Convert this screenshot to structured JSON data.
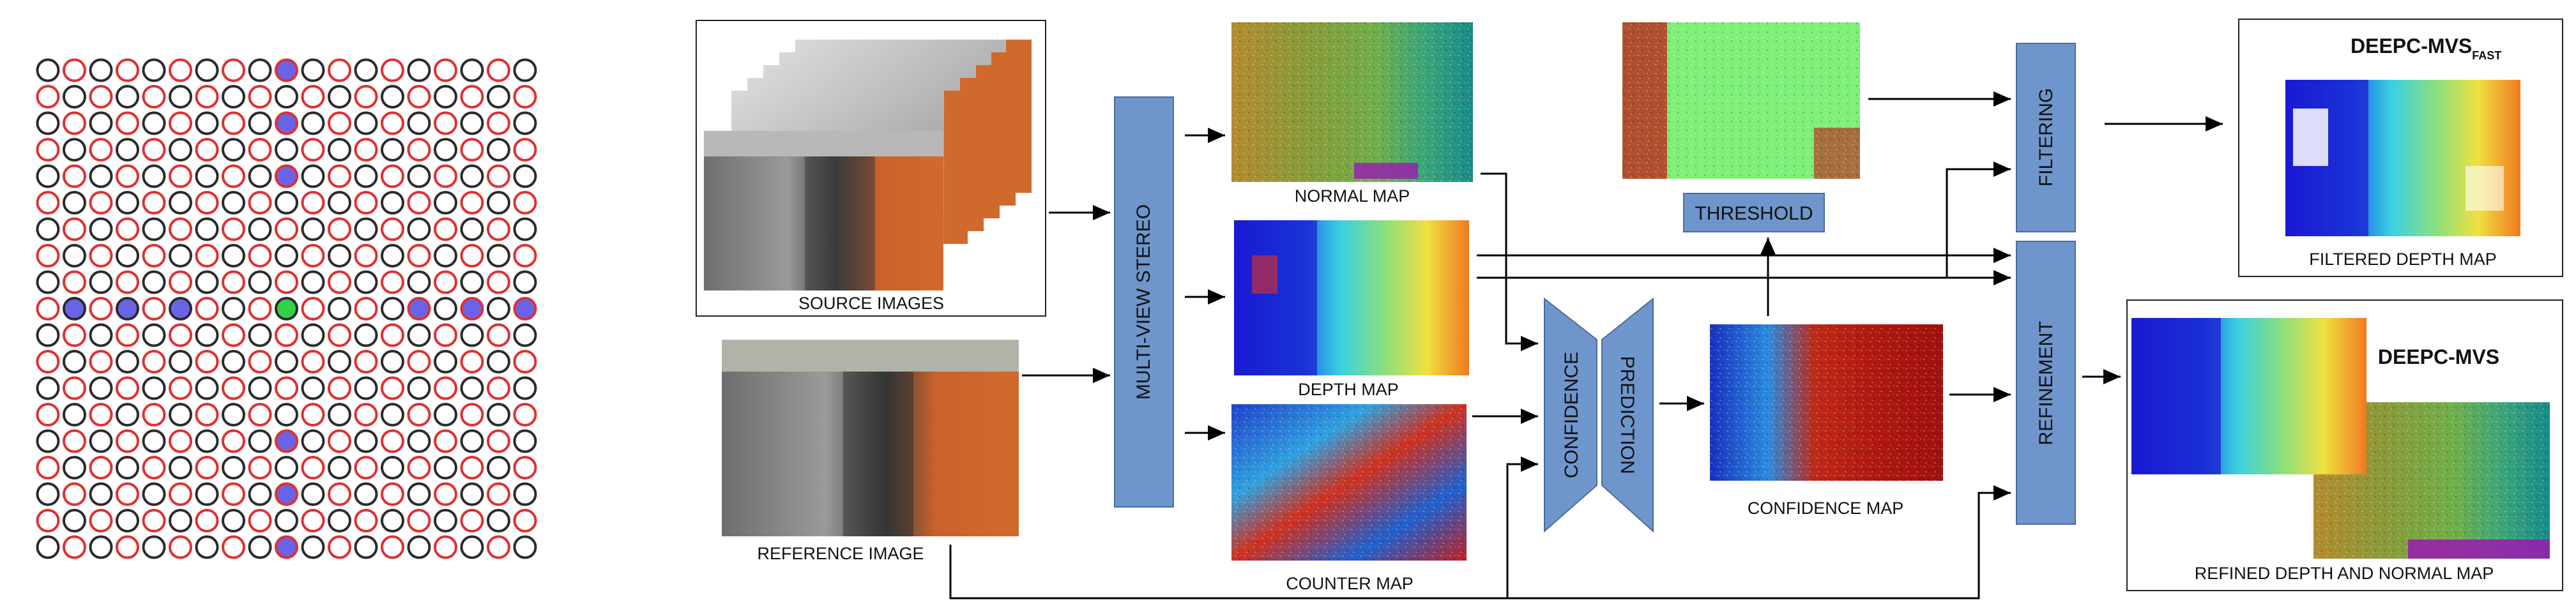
{
  "labels": {
    "source_images": "SOURCE IMAGES",
    "reference_image": "REFERENCE IMAGE",
    "multi_view_stereo": "MULTI-VIEW STEREO",
    "normal_map": "NORMAL MAP",
    "depth_map": "DEPTH MAP",
    "counter_map": "COUNTER MAP",
    "threshold": "THRESHOLD",
    "confidence": "CONFIDENCE",
    "prediction": "PREDICTION",
    "confidence_map": "CONFIDENCE MAP",
    "filtering": "FILTERING",
    "refinement": "REFINEMENT",
    "deepc_mvs_fast_main": "DEEPC-MVS",
    "deepc_mvs_fast_sub": "FAST",
    "filtered_depth_map": "FILTERED DEPTH MAP",
    "deepc_mvs": "DEEPC-MVS",
    "refined_depth_normal": "REFINED DEPTH AND NORMAL MAP"
  },
  "colors": {
    "box_fill": "#6f96cc",
    "box_stroke": "#4a6c9a",
    "ring_dark": "#2b2b2b",
    "ring_red": "#e03030",
    "ring_fill_blue": "#6a63e8",
    "ring_fill_green": "#34d04a"
  },
  "grid": {
    "rows": 19,
    "cols": 19,
    "center": [
      9,
      9
    ],
    "highlighted_blue": [
      [
        0,
        9
      ],
      [
        2,
        9
      ],
      [
        4,
        9
      ],
      [
        9,
        1
      ],
      [
        9,
        3
      ],
      [
        9,
        5
      ],
      [
        9,
        14
      ],
      [
        9,
        16
      ],
      [
        9,
        18
      ],
      [
        14,
        9
      ],
      [
        16,
        9
      ],
      [
        18,
        9
      ]
    ]
  }
}
